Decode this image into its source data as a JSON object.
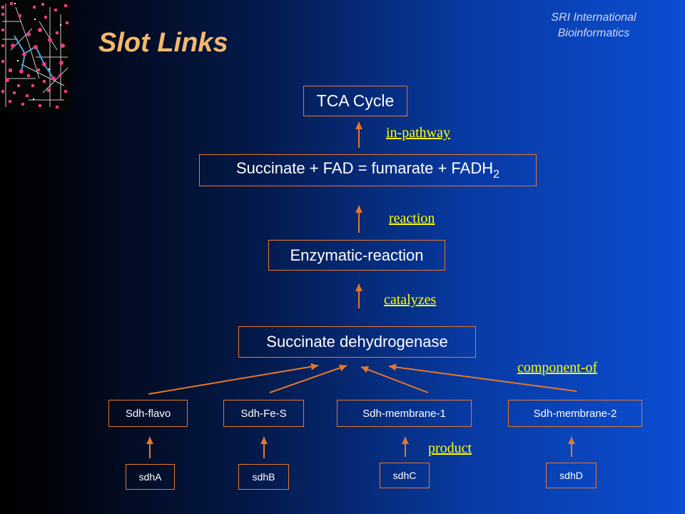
{
  "header": {
    "org_line1": "SRI International",
    "org_line2": "Bioinformatics",
    "title": "Slot Links"
  },
  "nodes": {
    "pathway": "TCA Cycle",
    "reaction": {
      "text": "Succinate + FAD = fumarate + FADH",
      "subscript": "2"
    },
    "enzymatic_reaction": "Enzymatic-reaction",
    "enzyme": "Succinate dehydrogenase",
    "subunits": [
      "Sdh-flavo",
      "Sdh-Fe-S",
      "Sdh-membrane-1",
      "Sdh-membrane-2"
    ],
    "genes": [
      "sdhA",
      "sdhB",
      "sdhC",
      "sdhD"
    ]
  },
  "slot_labels": {
    "in_pathway": "in-pathway",
    "reaction": "reaction",
    "catalyzes": "catalyzes",
    "component_of": "component-of",
    "product": "product"
  },
  "colors": {
    "accent": "#e7772a",
    "slot_label": "#ffff00",
    "title": "#f3b96b",
    "node_text": "#ffffff"
  }
}
